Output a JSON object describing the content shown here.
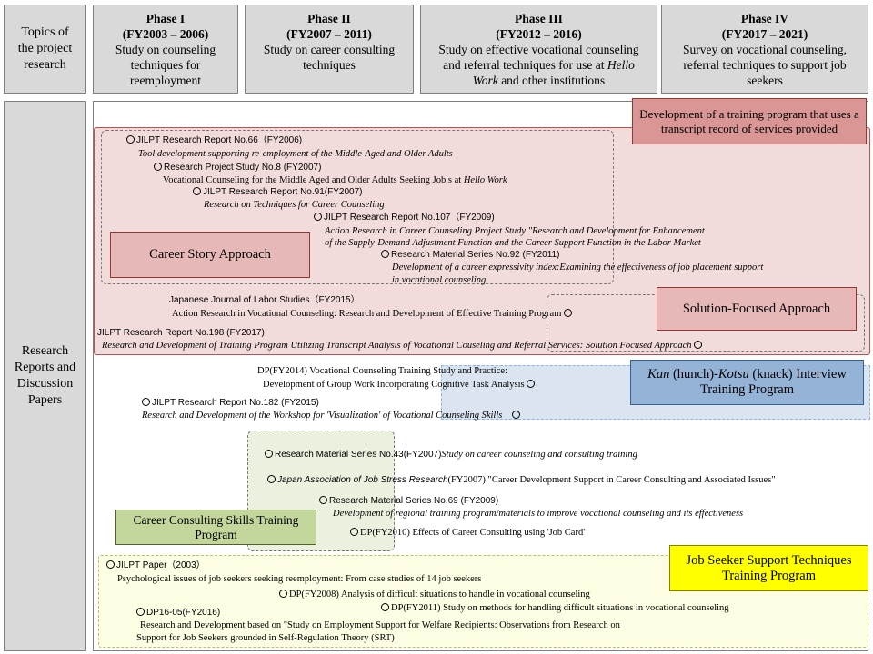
{
  "topics": {
    "label_line1": "Topics of",
    "label_line2": "the project",
    "label_line3": "research"
  },
  "phases": [
    {
      "title": "Phase I",
      "years": "(FY2003 – 2006)",
      "desc": "Study on counseling techniques for reemployment"
    },
    {
      "title": "Phase II",
      "years": "(FY2007 – 2011)",
      "desc": "Study on career consulting techniques"
    },
    {
      "title": "Phase III",
      "years": "(FY2012 – 2016)",
      "desc_a": "Study on effective vocational counseling and referral techniques for use at ",
      "desc_i": "Hello Work",
      "desc_b": " and other institutions"
    },
    {
      "title": "Phase IV",
      "years": "(FY2017 – 2021)",
      "desc": "Survey on vocational counseling, referral techniques to support job seekers"
    }
  ],
  "reports_label": {
    "line1": "Research",
    "line2": "Reports and",
    "line3": "Discussion",
    "line4": "Papers"
  },
  "labels": {
    "transcript": "Development of a training program that uses a transcript record of services provided",
    "career_story": "Career Story Approach",
    "solution_focused": "Solution-Focused Approach",
    "kan_a": "Kan",
    "kan_b": " (hunch)-",
    "kan_c": "Kotsu",
    "kan_d": " (knack) Interview Training Program",
    "skills": "Career Consulting Skills Training Program",
    "job_seeker": "Job Seeker Support Techniques Training Program"
  },
  "items": {
    "r66": "JILPT Research Report No.66（FY2006)",
    "r66_t": "Tool development supporting re-employment of the Middle-Aged and Older Adults",
    "rp8": "Research Project Study No.8 (FY2007)",
    "rp8_t_a": "Vocational Counseling for the Middle Aged and Older Adults Seeking Job s at ",
    "rp8_t_i": "Hello Work",
    "r91": "JILPT Research Report No.91(FY2007)",
    "r91_t": "Research on Techniques for Career Counseling",
    "r107": "JILPT Research Report No.107（FY2009)",
    "r107_t1": "Action Research in Career Counseling Project Study \"Research and Development for Enhancement",
    "r107_t2": "of the Supply-Demand Adjustment Function and the Career Support Function in the Labor Market",
    "m92": "Research Material Series No.92 (FY2011)",
    "m92_t1": "Development of a career expressivity index:Examining the effectiveness of job placement support",
    "m92_t2": "in vocational counseling",
    "jjls": "Japanese Journal of Labor Studies（FY2015）",
    "jjls_t": "Action Research in Vocational Counseling: Research and Development of Effective Training Program",
    "r198": "JILPT Research Report No.198 (FY2017)",
    "r198_t": "Research and Development of Training Program Utilizing Transcript Analysis of Vocational Couseling and Referral Services: Solution Focused Approach",
    "dp2014_a": "DP(FY2014) Vocational Counseling Training Study and Practice:",
    "dp2014_b": "Development of Group Work Incorporating Cognitive Task Analysis",
    "r182": "JILPT Research Report No.182 (FY2015)",
    "r182_t": "Research and Development of the Workshop for 'Visualization' of Vocational Counseling Skills",
    "m43": "Research Material Series No.43(FY2007)",
    "m43_t": "Study on career counseling and consulting training",
    "jasr": "Japan Association of Job Stress Research",
    "jasr_y": "(FY2007) \"Career Development Support in Career Consulting and Associated Issues\"",
    "m69": "Research Material Series No.69 (FY2009)",
    "m69_t": "Development of regional training program/materials to improve vocational counseling and its effectiveness",
    "dp2010": "DP(FY2010)  Effects of Career Consulting using 'Job Card'",
    "jp2003": "JILPT Paper（2003）",
    "jp2003_t": "Psychological issues of job seekers seeking reemployment: From case studies of 14 job seekers",
    "dp2008": "DP(FY2008)    Analysis of difficult situations to handle in vocational counseling",
    "dp2011": "DP(FY2011) Study on methods for handling difficult situations in vocational counseling",
    "dp1605": "DP16-05(FY2016)",
    "dp1605_t1": "Research and Development based on \"Study on Employment Support for Welfare Recipients: Observations from Research on",
    "dp1605_t2": "Support for Job Seekers grounded in Self-Regulation Theory (SRT)"
  },
  "colors": {
    "header_bg": "#d9d9d9",
    "pink_region": "#f2dcdb",
    "transcript_box": "#d99694",
    "career_story_box": "#e6b9b8",
    "blue_region": "#dbe5f1",
    "kan_box": "#95b3d7",
    "green_region": "#ebf1de",
    "skills_box": "#c3d69b",
    "yellow_region": "#fdfde3",
    "job_seeker_box": "#ffff00"
  }
}
